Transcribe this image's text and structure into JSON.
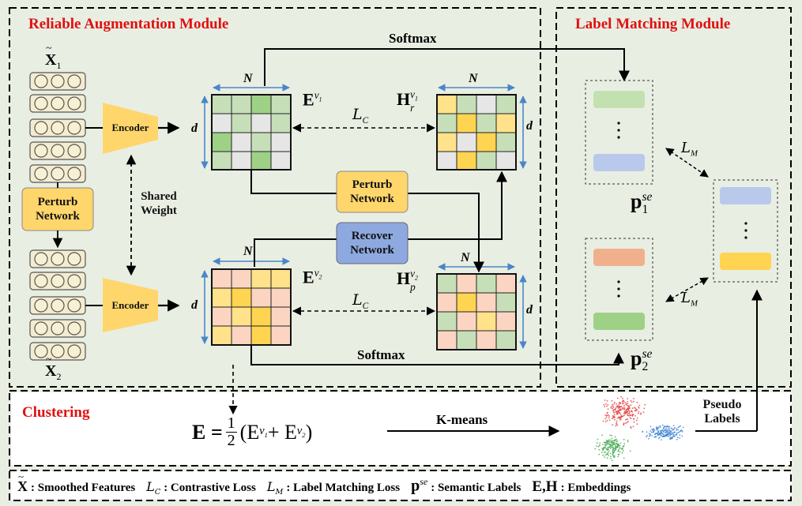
{
  "modules": {
    "reliable_augmentation": "Reliable Augmentation Module",
    "label_matching": "Label Matching Module",
    "clustering": "Clustering"
  },
  "arrows": {
    "softmax_top": "Softmax",
    "softmax_bottom": "Softmax",
    "kmeans": "K-means"
  },
  "blocks": {
    "encoder_top": "Encoder",
    "encoder_bottom": "Encoder",
    "perturb_left": "Perturb\nNetwork",
    "perturb_mid": "Perturb\nNetwork",
    "recover": "Recover\nNetwork",
    "shared_weight": "Shared\nWeight",
    "pseudo_labels": "Pseudo\nLabels"
  },
  "dims": {
    "n": "N",
    "d": "d"
  },
  "math": {
    "x1_base": "X",
    "x1_sub": "1",
    "x2_base": "X",
    "x2_sub": "2",
    "e_base": "E",
    "v1": "v",
    "v1_sub": "1",
    "v2": "v",
    "v2_sub": "2",
    "h_base": "H",
    "r_sub": "r",
    "p_sub": "p",
    "lc": "L",
    "lc_sub": "C",
    "lm": "L",
    "lm_sub": "M",
    "p_base": "p",
    "se": "se",
    "one": "1",
    "two": "2",
    "formula_lhs": "E =",
    "formula_num": "1",
    "formula_den": "2",
    "formula_rhs_open": "(E",
    "formula_plus": " + E",
    "formula_close": ")"
  },
  "legend": {
    "smoothed": ": Smoothed Features",
    "contrastive": ": Contrastive Loss",
    "label_matching": ": Label Matching Loss",
    "semantic": ": Semantic Labels",
    "embeddings_sym": "E,H",
    "embeddings": ": Embeddings"
  },
  "colors": {
    "background": "#e9eee3",
    "red_title": "#e01010",
    "green_cell": "#c6dfb8",
    "light_cell": "#e6e6e6",
    "yellow_cell": "#ffe28a",
    "peach_cell": "#fbd5c2",
    "encoder": "#ffd66b",
    "recover": "#8ea9e0",
    "bar_green": "#c3e1b0",
    "bar_blue": "#b8c9ec",
    "bar_orange": "#f0b08b",
    "bar_yellow": "#ffd451",
    "bar_green_dark": "#9ed186"
  }
}
